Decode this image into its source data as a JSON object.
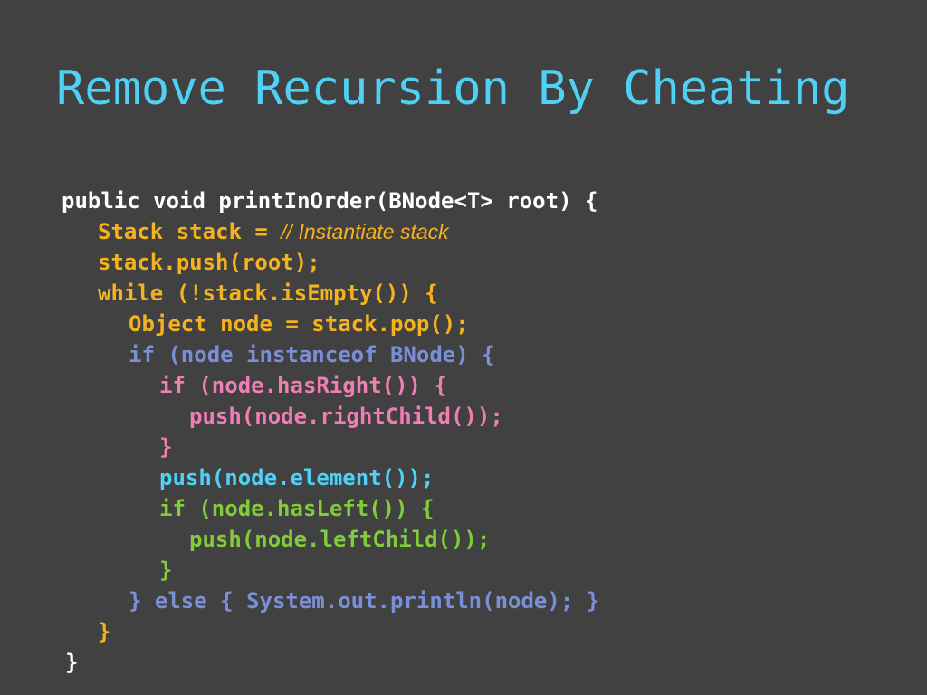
{
  "slide": {
    "title": "Remove Recursion By Cheating"
  },
  "colors": {
    "background": "#414141",
    "title": "#4fd1f5",
    "white": "#ffffff",
    "orange": "#f5b21f",
    "slate_blue": "#7b8fd6",
    "pink": "#f07eb4",
    "cyan": "#4fd1f5",
    "green": "#82cc3a"
  },
  "code": {
    "line1": "public void printInOrder(BNode<T> root) {",
    "line2": "Stack stack = ",
    "line2_comment": "// Instantiate stack",
    "line3": "stack.push(root);",
    "line4": "while (!stack.isEmpty()) {",
    "line5": "Object node = stack.pop();",
    "line6": "if (node instanceof BNode) {",
    "line7": "if (node.hasRight()) {",
    "line8": "push(node.rightChild());",
    "line9": "}",
    "line10": "push(node.element());",
    "line11": "if (node.hasLeft()) {",
    "line12": "push(node.leftChild());",
    "line13": "}",
    "line14": "} else { System.out.println(node); }",
    "line15": "}",
    "line16": "}"
  }
}
